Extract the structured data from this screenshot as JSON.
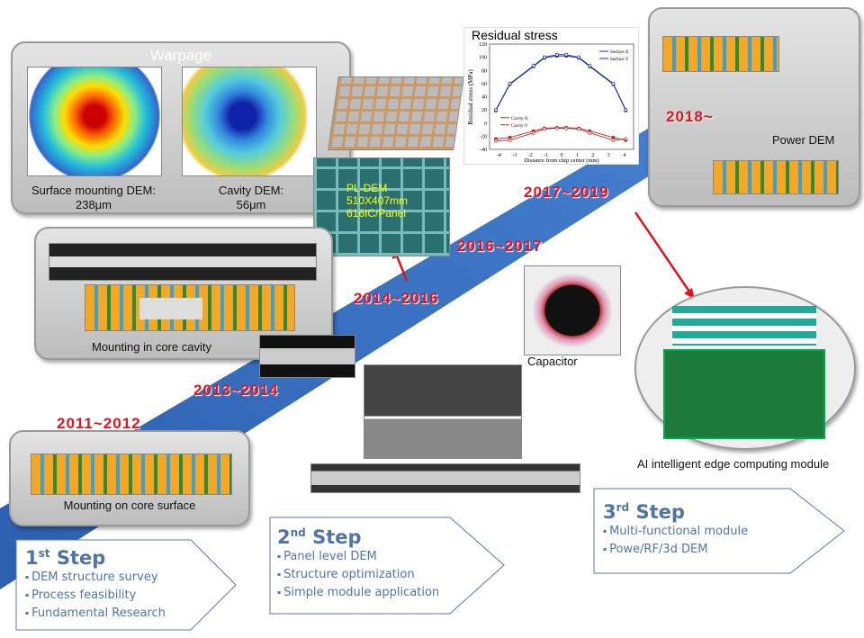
{
  "warpage": {
    "title": "Warpage",
    "left_caption": "Surface mounting DEM:",
    "left_value": "238μm",
    "right_caption": "Cavity DEM:",
    "right_value": "56μm"
  },
  "pl_dem": {
    "line1": "PL-DEM",
    "line2": "510X407mm",
    "line3": "616IC/Panel"
  },
  "cavity_box": {
    "caption": "Mounting in core cavity"
  },
  "surface_box": {
    "caption": "Mounting on core surface"
  },
  "power_box": {
    "caption": "Power DEM"
  },
  "capacitor": {
    "caption": "Capacitor"
  },
  "ai_module": {
    "caption": "AI intelligent edge computing module"
  },
  "years": [
    "2011~2012",
    "2013~2014",
    "2014~2016",
    "2016~2017",
    "2017~2019",
    "2018~"
  ],
  "steps": [
    {
      "num": "1",
      "sup": "st",
      "word": "Step",
      "items": [
        "DEM structure survey",
        "Process feasibility",
        "Fundamental Research"
      ]
    },
    {
      "num": "2",
      "sup": "nd",
      "word": "Step",
      "items": [
        "Panel level DEM",
        "Structure optimization",
        "Simple module application"
      ]
    },
    {
      "num": "3",
      "sup": "rd",
      "word": "Step",
      "items": [
        "Multi-functional module",
        "Powe/RF/3d DEM"
      ]
    }
  ],
  "colors": {
    "arrow": "#3e74c4",
    "year": "#e0141e",
    "step": "#4f74a8"
  },
  "chart_data": {
    "type": "line",
    "title": "Residual stress",
    "xlabel": "Distance from chip center (mm)",
    "ylabel": "Residual stress (MPa)",
    "xlim": [
      -4.6,
      4.6
    ],
    "ylim": [
      -40,
      120
    ],
    "xticks": [
      -4,
      -3,
      -2,
      -1,
      0,
      1,
      2,
      3,
      4
    ],
    "yticks": [
      -40,
      -20,
      0,
      20,
      40,
      60,
      80,
      100,
      120
    ],
    "x": [
      -4.2,
      -3.3,
      -1.8,
      -1.1,
      -0.3,
      0.3,
      1.1,
      1.8,
      3.3,
      4.1
    ],
    "series": [
      {
        "name": "Surface-X",
        "color": "#1a2fa0",
        "values": [
          19,
          59,
          86,
          99,
          102,
          102,
          99,
          86,
          59,
          19
        ]
      },
      {
        "name": "Surface-Y",
        "color": "#1a2fa0",
        "values": [
          20,
          60,
          87,
          100,
          104,
          104,
          100,
          87,
          60,
          20
        ]
      },
      {
        "name": "Cavity-X",
        "color": "#c0282a",
        "values": [
          -24,
          -22,
          -12,
          -8,
          -7,
          -7,
          -8,
          -12,
          -22,
          -26
        ]
      },
      {
        "name": "Cavity-Y",
        "color": "#c0282a",
        "values": [
          -27,
          -26,
          -15,
          -9,
          -8,
          -8,
          -9,
          -15,
          -26,
          -24
        ]
      }
    ]
  }
}
